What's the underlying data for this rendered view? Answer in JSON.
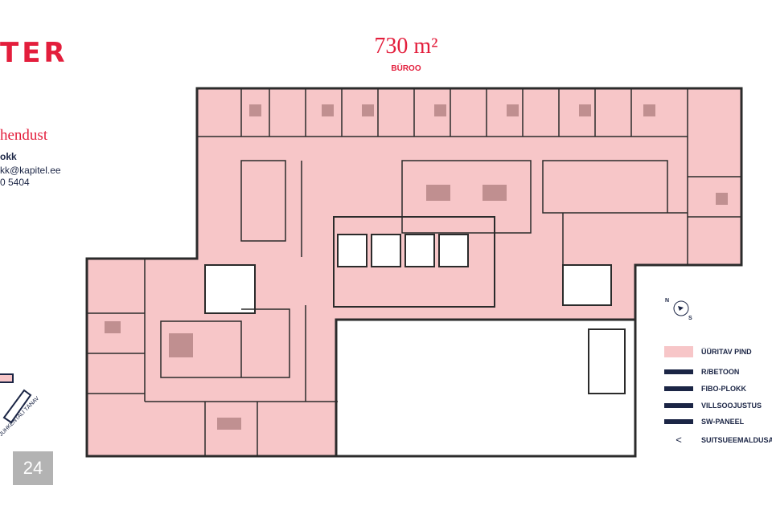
{
  "header": {
    "logo": "TER",
    "area": "730 m²",
    "type": "BÜROO"
  },
  "contact": {
    "title": "hendust",
    "name": "okk",
    "email": "kk@kapitel.ee",
    "phone": "0 5404"
  },
  "legend": [
    {
      "label": "ÜÜRITAV PIND",
      "color": "#f7c6c8"
    },
    {
      "label": "R/BETOON",
      "color": "#1b2545"
    },
    {
      "label": "FIBO-PLOKK",
      "color": "#1b2545"
    },
    {
      "label": "VILLSOOJUSTUS",
      "color": "#1b2545"
    },
    {
      "label": "SW-PANEEL",
      "color": "#1b2545"
    },
    {
      "label": "SUITSUEEMALDUSAKEN",
      "symbol": "<"
    }
  ],
  "compass": {
    "n": "N",
    "s": "S"
  },
  "site_map": {
    "street": "JUHKENTALI TÄNAV"
  },
  "page_number": "24",
  "colors": {
    "accent": "#e31e3c",
    "rentable": "#f7c6c8",
    "wall": "#2b2b2b",
    "navy": "#1b2545"
  }
}
